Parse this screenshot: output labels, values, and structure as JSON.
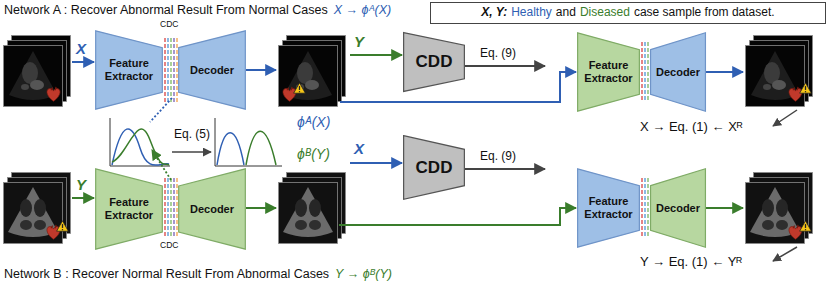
{
  "diagram": {
    "nodes": [
      {
        "text": [
          "X, Y:",
          "Healthy",
          "and",
          "Diseased",
          "case sample from dataset."
        ]
      },
      {
        "text": [
          "Feature Extractor"
        ]
      },
      {
        "text": [
          "Decoder"
        ]
      },
      {
        "text": [
          "CDD"
        ]
      },
      {
        "text": [
          "Feature Extractor"
        ]
      },
      {
        "text": [
          "Decoder"
        ]
      },
      {
        "text": [
          "Feature Extractor"
        ]
      },
      {
        "text": [
          "Decoder"
        ]
      },
      {
        "text": [
          "CDD"
        ]
      },
      {
        "text": [
          "Feature Extractor"
        ]
      },
      {
        "text": [
          "Decoder"
        ]
      }
    ],
    "labels": [
      "Network A : Recover Abnormal Result From Normal Cases",
      "X → ϕᴬ(X)",
      "CDC",
      "X",
      "ϕᴬ(X)",
      "Y",
      "Eq. (9)",
      "Eq. (5)",
      "ϕᴮ(Y)",
      "X → Eq. (1) ← Xᴿ",
      "Y",
      "CDC",
      "X",
      "Eq. (9)",
      "Y → Eq. (1) ← Yᴿ",
      "Network B : Recover Normal Result From Abnormal Cases",
      "Y → ϕᴮ(Y)"
    ]
  }
}
